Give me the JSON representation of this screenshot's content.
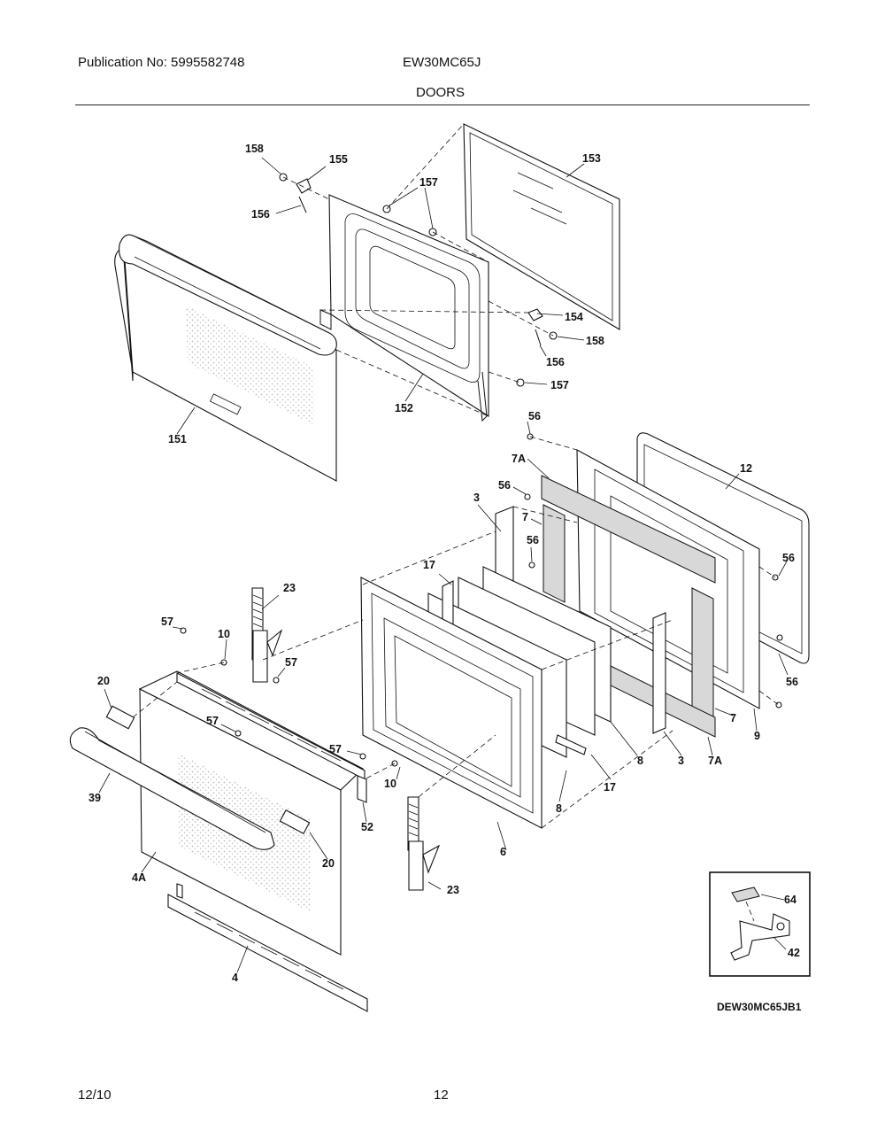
{
  "header": {
    "publication": "Publication No: 5995582748",
    "model": "EW30MC65J",
    "section": "DOORS"
  },
  "footer": {
    "date": "12/10",
    "page": "12",
    "diagram_code": "DEW30MC65JB1"
  },
  "callouts": {
    "c158a": "158",
    "c155": "155",
    "c156a": "156",
    "c157a": "157",
    "c153": "153",
    "c154": "154",
    "c158b": "158",
    "c156b": "156",
    "c157b": "157",
    "c152": "152",
    "c151": "151",
    "c56a": "56",
    "c7Aa": "7A",
    "c12": "12",
    "c56b": "56",
    "c7a": "7",
    "c3a": "3",
    "c56c": "56",
    "c56d": "56",
    "c17a": "17",
    "c23a": "23",
    "c57a": "57",
    "c10a": "10",
    "c20a": "20",
    "c57b": "57",
    "c57c": "57",
    "c57d": "57",
    "c56e": "56",
    "c7b": "7",
    "c9": "9",
    "c8a": "8",
    "c3b": "3",
    "c7Ab": "7A",
    "c17b": "17",
    "c8b": "8",
    "c39": "39",
    "c10b": "10",
    "c52": "52",
    "c20b": "20",
    "c6": "6",
    "c4A": "4A",
    "c23b": "23",
    "c4": "4",
    "c64": "64",
    "c42": "42"
  }
}
